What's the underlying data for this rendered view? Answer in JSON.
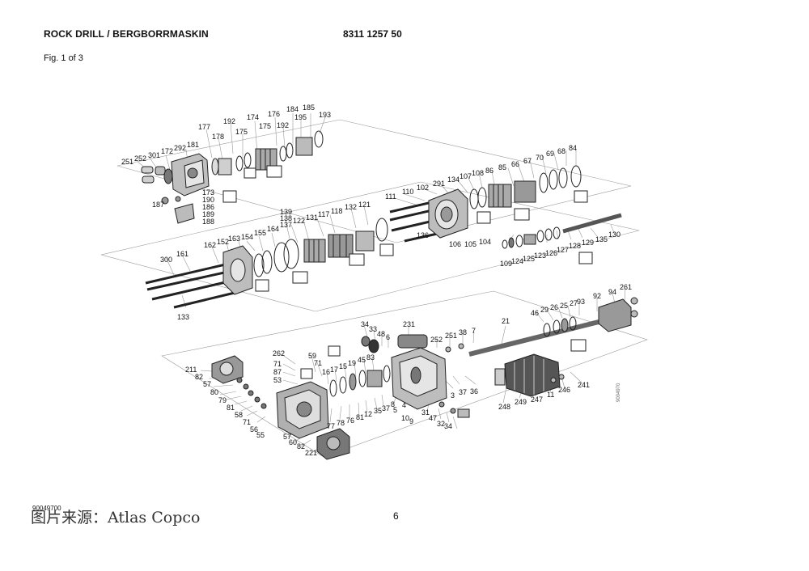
{
  "header": {
    "title": "ROCK DRILL / BERGBORRMASKIN",
    "part_number": "8311 1257 50",
    "figure": "Fig. 1 of 3"
  },
  "footer": {
    "code": "90049700",
    "watermark": "图片来源：Atlas Copco",
    "page": "6"
  },
  "side_code": "9004970",
  "diagram": {
    "callouts": [
      "177",
      "178",
      "192",
      "175",
      "174",
      "176",
      "175",
      "192",
      "184",
      "195",
      "185",
      "193",
      "251",
      "252",
      "301",
      "172",
      "292",
      "181",
      "173",
      "190",
      "186",
      "187",
      "189",
      "188",
      "111",
      "110",
      "102",
      "291",
      "134",
      "107",
      "108",
      "86",
      "85",
      "66",
      "67",
      "70",
      "69",
      "68",
      "84",
      "136",
      "106",
      "105",
      "104",
      "139",
      "138",
      "137",
      "122",
      "131",
      "117",
      "118",
      "132",
      "121",
      "164",
      "155",
      "154",
      "152",
      "163",
      "162",
      "300",
      "161",
      "133",
      "109",
      "124",
      "125",
      "123",
      "126",
      "127",
      "128",
      "129",
      "135",
      "130",
      "46",
      "29",
      "26",
      "25",
      "27",
      "93",
      "92",
      "94",
      "261",
      "21",
      "34",
      "33",
      "48",
      "6",
      "231",
      "252",
      "251",
      "38",
      "7",
      "262",
      "71",
      "87",
      "53",
      "59",
      "71",
      "16",
      "17",
      "15",
      "19",
      "45",
      "83",
      "211",
      "82",
      "57",
      "80",
      "79",
      "81",
      "58",
      "71",
      "56",
      "55",
      "3",
      "37",
      "36",
      "4",
      "5",
      "31",
      "47",
      "32",
      "34",
      "10",
      "9",
      "77",
      "78",
      "76",
      "81",
      "12",
      "35",
      "37",
      "8",
      "57",
      "60",
      "82",
      "221",
      "248",
      "249",
      "247",
      "11",
      "246",
      "241"
    ]
  }
}
